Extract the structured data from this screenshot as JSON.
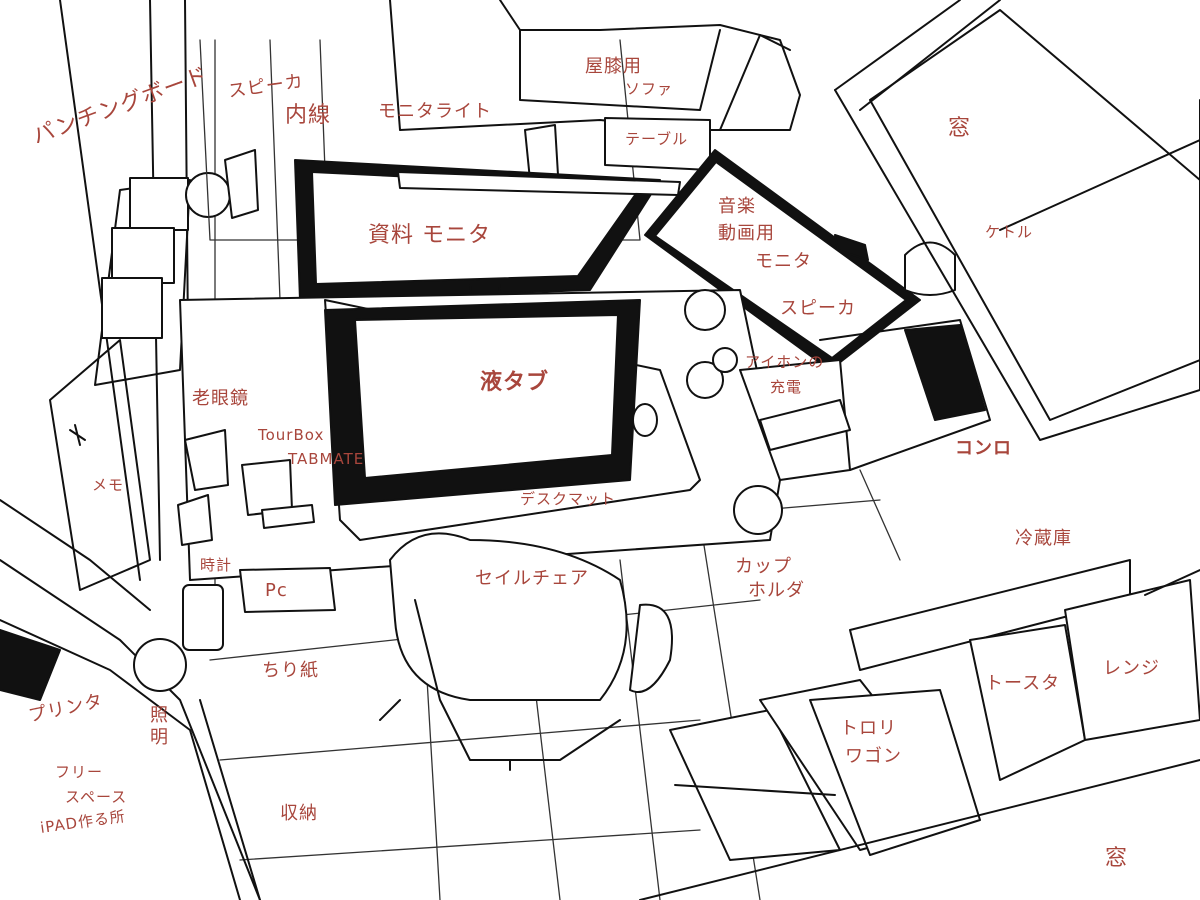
{
  "labels": {
    "pegboard": "パンチングボード",
    "speaker_left": "スピーカ",
    "intercom": "内線",
    "monitor_light": "モニタライト",
    "sofa": "屋膝用ソファ",
    "sofa_line1": "屋膝用",
    "sofa_line2": "ソファ",
    "table": "テーブル",
    "window_top": "窓",
    "reference_monitor": "資料 モニタ",
    "music_monitor_line1": "音楽",
    "music_monitor_line2": "動画用",
    "music_monitor_line3": "モニタ",
    "kettle": "ケトル",
    "speaker_right": "スピーカ",
    "pen_tablet": "液タブ",
    "phone_charge_line1": "アイホンの",
    "phone_charge_line2": "充電",
    "stove": "コンロ",
    "reading_glasses": "老眼鏡",
    "tourbox": "TourBox",
    "tabmate": "TABMATE",
    "memo": "メモ",
    "desk_mat": "デスクマット",
    "clock": "時計",
    "pc": "Pc",
    "chair": "セイルチェア",
    "cup_holder_line1": "カップ",
    "cup_holder_line2": "ホルダ",
    "fridge": "冷蔵庫",
    "tissue": "ちり紙",
    "printer": "プリンタ",
    "lamp": "照明",
    "toaster": "トースタ",
    "microwave": "レンジ",
    "trolley_line1": "トロリ",
    "trolley_line2": "ワゴン",
    "free_space_line1": "フリー",
    "free_space_line2": "スペース",
    "free_space_line3": "iPAD作る所",
    "storage": "収納",
    "window_bottom": "窓"
  },
  "colors": {
    "label": "#a8463c",
    "line": "#111111",
    "background": "#ffffff"
  }
}
